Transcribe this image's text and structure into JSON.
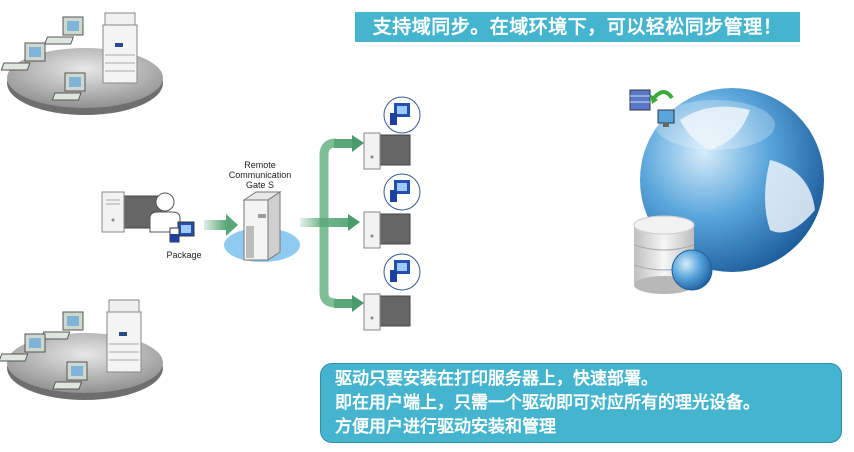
{
  "banner_top": {
    "text": "支持域同步。在域环境下，可以轻松同步管理！",
    "bg_color": "#45b5cf"
  },
  "banner_bottom": {
    "lines": [
      "驱动只要安装在打印服务器上，快速部署。",
      "即在用户端上，只需一个驱动即可对应所有的理光设备。",
      "方便用户进行驱动安装和管理"
    ],
    "bg_color": "#45b5cf"
  },
  "server": {
    "label_lines": [
      "Remote",
      "Communication",
      "Gate S"
    ]
  },
  "admin": {
    "package_label": "Package"
  },
  "icons": {
    "network_top": "office-network-printer-icon",
    "network_bottom": "office-network-printer-icon",
    "admin_pc": "admin-pc-icon",
    "user": "user-icon",
    "package": "install-package-icon",
    "server": "server-tower-icon",
    "client_pc": "client-pc-icon",
    "globe": "globe-database-icon"
  },
  "colors": {
    "arrow": "#5aa87a",
    "accent": "#45b5cf"
  }
}
